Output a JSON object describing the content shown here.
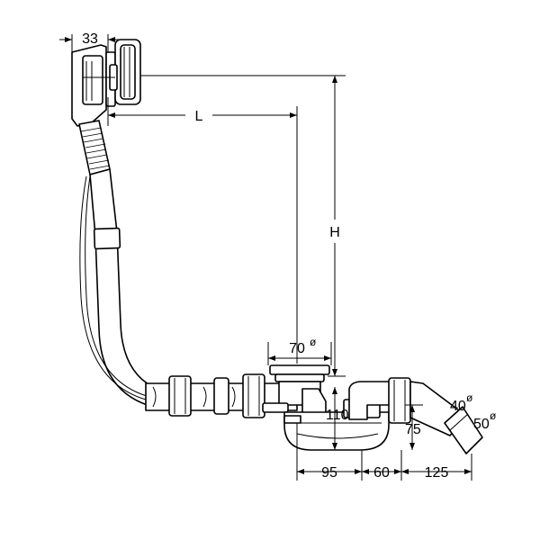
{
  "dimensions": {
    "overflow_offset": "33",
    "length": "L",
    "height": "H",
    "drain_diameter": "70",
    "drain_diameter_symbol": "ø",
    "outlet_small_diameter": "40",
    "outlet_small_symbol": "ø",
    "outlet_large_diameter": "50",
    "outlet_large_symbol": "ø",
    "trap_height": "110",
    "seal_height": "75",
    "drain_to_trap": "95",
    "trap_width": "60",
    "trap_to_outlet": "125"
  },
  "colors": {
    "line": "#000000",
    "fill": "#ffffff",
    "shade": "#555555"
  }
}
